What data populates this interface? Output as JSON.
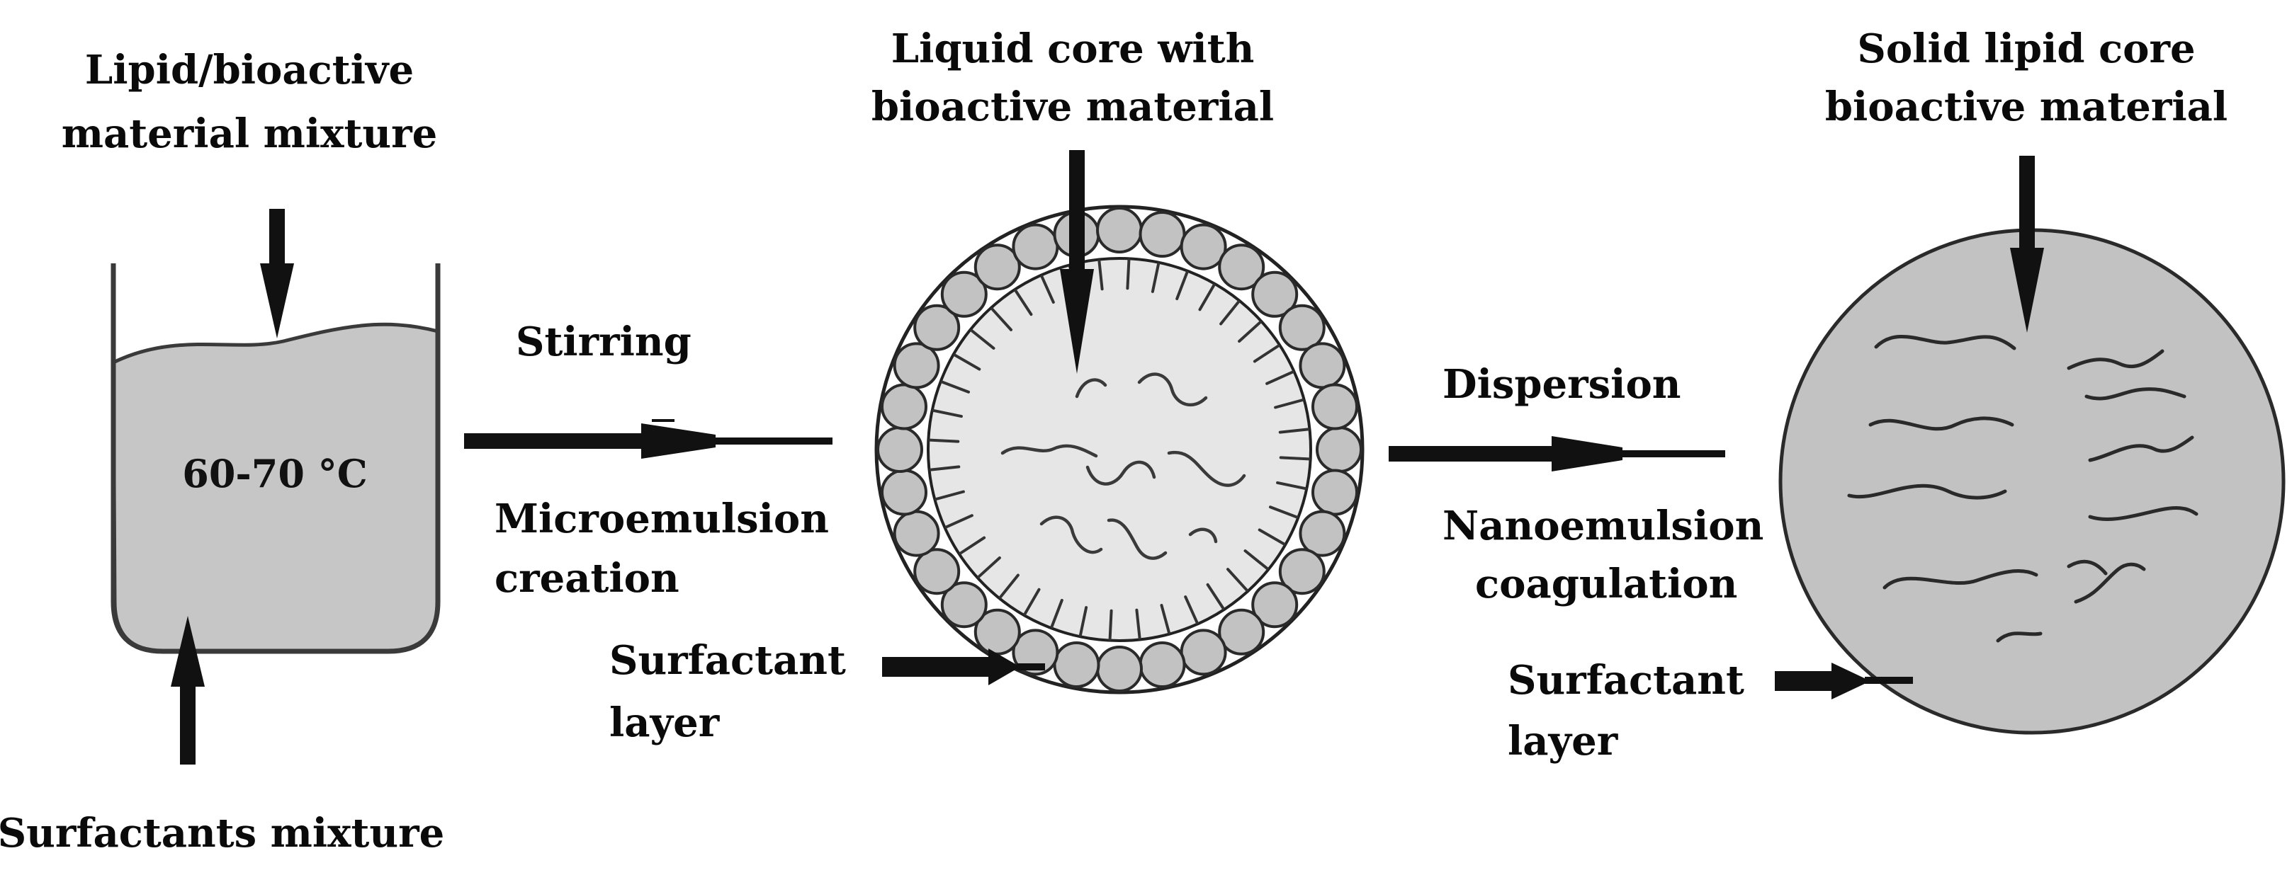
{
  "labels": {
    "lipid_mixture_line1": "Lipid/bioactive",
    "lipid_mixture_line2": "material mixture",
    "temperature": "60-70 °C",
    "surfactants_mixture": "Surfactants mixture",
    "stirring": "Stirring",
    "microemulsion_line1": "Microemulsion",
    "microemulsion_line2": "creation",
    "liquid_core_line1": "Liquid core with",
    "liquid_core_line2": "bioactive material",
    "surfactant_layer_1_line1": "Surfactant",
    "surfactant_layer_1_line2": "layer",
    "dispersion": "Dispersion",
    "nanoemulsion_line1": "Nanoemulsion",
    "nanoemulsion_line2": "coagulation",
    "solid_core_line1": "Solid lipid core",
    "solid_core_line2": "bioactive material",
    "surfactant_layer_2_line1": "Surfactant",
    "surfactant_layer_2_line2": "layer"
  },
  "colors": {
    "fill_gray": "#c6c6c6",
    "core_light": "#e6e6e6",
    "particle_gray": "#c2c2c2",
    "ink": "#0a0a0a"
  },
  "icons": {
    "beaker": "beaker-icon",
    "liquid_particle": "liquid-core-particle",
    "solid_particle": "solid-core-particle"
  }
}
